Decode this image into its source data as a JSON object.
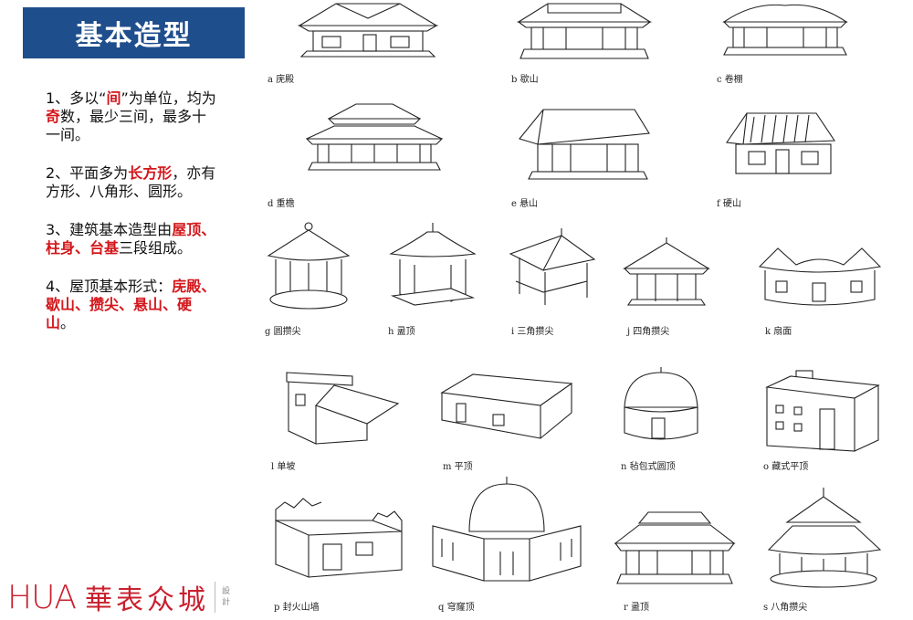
{
  "header": {
    "title": "基本造型"
  },
  "points": {
    "p1": {
      "a": "1、多以“",
      "b": "间",
      "c": "”为单位，均为",
      "d": "奇",
      "e": "数，最少三间，最多十一间。"
    },
    "p2": {
      "a": "2、平面多为",
      "b": "长方形",
      "c": "，亦有方形、八角形、圆形。"
    },
    "p3": {
      "a": "3、建筑基本造型由",
      "b": "屋顶、柱身、台基",
      "c": "三段组成。"
    },
    "p4": {
      "a": "4、屋顶基本形式：",
      "b": "庑殿、歇山、攒尖、悬山、硬山",
      "c": "。"
    }
  },
  "figures": [
    {
      "label": "a 庑殿",
      "icon": "hip-roof-hall-icon"
    },
    {
      "label": "b 歇山",
      "icon": "gable-hip-roof-icon"
    },
    {
      "label": "c 卷棚",
      "icon": "round-ridge-roof-icon"
    },
    {
      "label": "d 重檐",
      "icon": "double-eave-icon"
    },
    {
      "label": "e 悬山",
      "icon": "overhanging-gable-icon"
    },
    {
      "label": "f 硬山",
      "icon": "flush-gable-icon"
    },
    {
      "label": "g 圆攒尖",
      "icon": "round-pyramid-roof-icon"
    },
    {
      "label": "h 盝顶",
      "icon": "flat-top-hip-icon"
    },
    {
      "label": "i 三角攒尖",
      "icon": "triangular-pyramid-roof-icon"
    },
    {
      "label": "j 四角攒尖",
      "icon": "square-pyramid-roof-icon"
    },
    {
      "label": "k 扇面",
      "icon": "fan-shaped-roof-icon"
    },
    {
      "label": "l 单坡",
      "icon": "single-slope-roof-icon"
    },
    {
      "label": "m 平顶",
      "icon": "flat-roof-icon"
    },
    {
      "label": "n 毡包式圆顶",
      "icon": "yurt-dome-icon"
    },
    {
      "label": "o 藏式平顶",
      "icon": "tibetan-flat-roof-icon"
    },
    {
      "label": "p 封火山墙",
      "icon": "firewall-gable-icon"
    },
    {
      "label": "q 穹窿顶",
      "icon": "dome-roof-icon"
    },
    {
      "label": "r 盝顶",
      "icon": "flat-top-hip-roof-2-icon"
    },
    {
      "label": "s 八角攒尖",
      "icon": "octagonal-pyramid-roof-icon"
    }
  ],
  "logo": {
    "latin": "HUA",
    "chinese": "華表众城",
    "tagline": "設計"
  },
  "colors": {
    "title_bg": "#1f4e8c",
    "accent_red": "#d3161b",
    "logo_red": "#c9202e"
  }
}
